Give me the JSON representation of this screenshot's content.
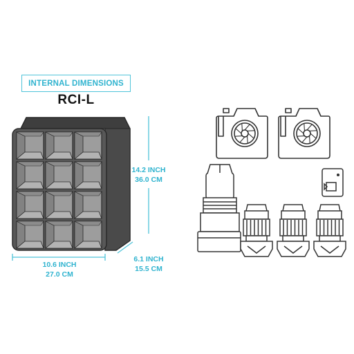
{
  "header": {
    "badge_label": "INTERNAL DIMENSIONS",
    "model_name": "RCI-L"
  },
  "dimensions": {
    "height": {
      "imperial": "14.2 INCH",
      "metric": "36.0 CM"
    },
    "width": {
      "imperial": "10.6 INCH",
      "metric": "27.0 CM"
    },
    "depth": {
      "imperial": "6.1 INCH",
      "metric": "15.5 CM"
    }
  },
  "colors": {
    "accent": "#4fc3d9",
    "accent_text": "#2fb3cf",
    "case_body": "#555555",
    "case_dark": "#3a3a3a",
    "compartment": "#9a9a9a",
    "outline": "#2a2a2a"
  },
  "contents": [
    "camera-body-icon",
    "camera-body-icon",
    "tele-lens-icon",
    "lens-icon",
    "lens-icon",
    "lens-icon",
    "battery-icon"
  ]
}
